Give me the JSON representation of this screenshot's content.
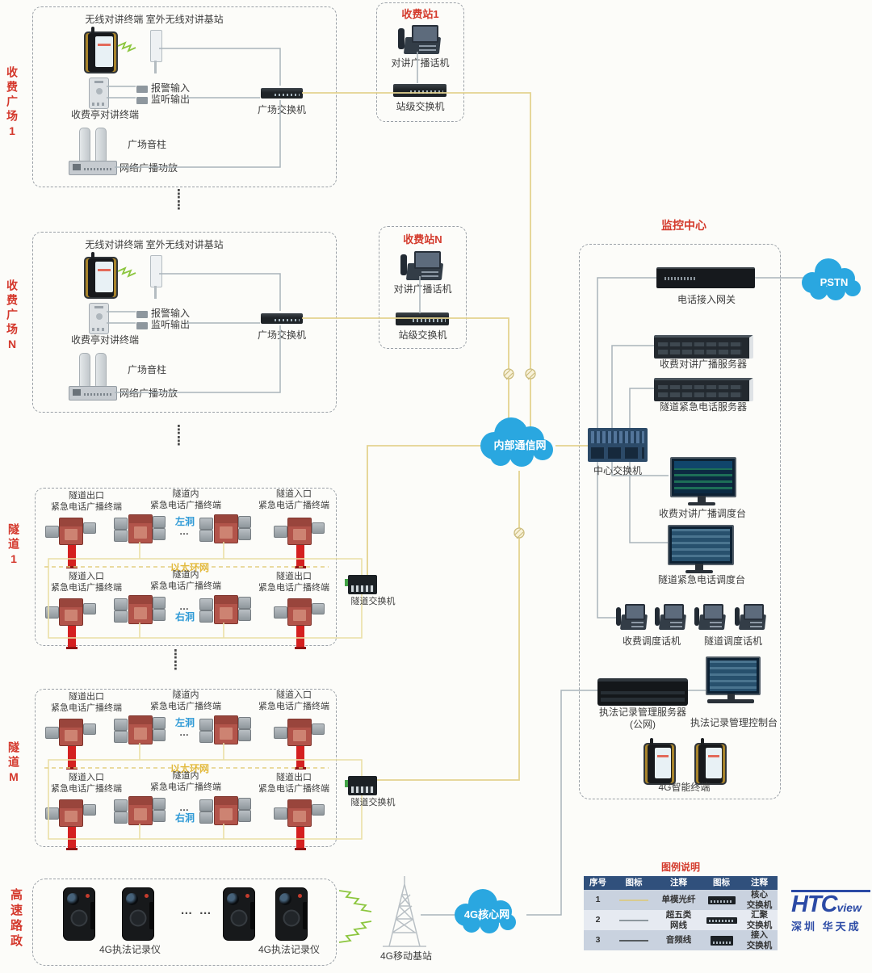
{
  "side_labels": {
    "plaza1": "收费广场1",
    "plazaN": "收费广场N",
    "tunnel1": "隧道1",
    "tunnelM": "隧道M",
    "highway": "高速路政"
  },
  "plazas": [
    {
      "header": "无线对讲终端 室外无线对讲基站",
      "alarm_input": "报警输入",
      "listen_output": "监听输出",
      "booth_terminal": "收费亭对讲终端",
      "sound_column": "广场音柱",
      "amplifier": "网络广播功放",
      "switch": "广场交换机"
    },
    {
      "header": "无线对讲终端 室外无线对讲基站",
      "alarm_input": "报警输入",
      "listen_output": "监听输出",
      "booth_terminal": "收费亭对讲终端",
      "sound_column": "广场音柱",
      "amplifier": "网络广播功放",
      "switch": "广场交换机"
    }
  ],
  "stations": [
    {
      "title": "收费站1",
      "phone": "对讲广播话机",
      "switch": "站级交换机"
    },
    {
      "title": "收费站N",
      "phone": "对讲广播话机",
      "switch": "站级交换机"
    }
  ],
  "tunnels": [
    {
      "label_top_left": "隧道出口\n紧急电话广播终端",
      "label_top_mid": "隧道内\n紧急电话广播终端",
      "label_top_right": "隧道入口\n紧急电话广播终端",
      "bore_top": "左洞",
      "dots_top": "…",
      "ring": "以太环网",
      "label_bot_left": "隧道入口\n紧急电话广播终端",
      "label_bot_mid": "隧道内\n紧急电话广播终端",
      "label_bot_right": "隧道出口\n紧急电话广播终端",
      "bore_bottom": "右洞",
      "dots_bottom": "…",
      "switch": "隧道交换机"
    },
    {
      "label_top_left": "隧道出口\n紧急电话广播终端",
      "label_top_mid": "隧道内\n紧急电话广播终端",
      "label_top_right": "隧道入口\n紧急电话广播终端",
      "bore_top": "左洞",
      "dots_top": "…",
      "ring": "以太环网",
      "label_bot_left": "隧道入口\n紧急电话广播终端",
      "label_bot_mid": "隧道内\n紧急电话广播终端",
      "label_bot_right": "隧道出口\n紧急电话广播终端",
      "bore_bottom": "右洞",
      "dots_bottom": "…",
      "switch": "隧道交换机"
    }
  ],
  "clouds": {
    "internal": "内部通信网",
    "pstn": "PSTN",
    "core_4g": "4G核心网"
  },
  "monitoring": {
    "title": "监控中心",
    "gateway": "电话接入网关",
    "server_toll": "收费对讲广播服务器",
    "server_tunnel": "隧道紧急电话服务器",
    "core_switch": "中心交换机",
    "console_toll": "收费对讲广播调度台",
    "console_tunnel": "隧道紧急电话调度台",
    "phones_toll": "收费调度话机",
    "phones_tunnel": "隧道调度话机",
    "law_server": "执法记录管理服务器\n(公网)",
    "law_console": "执法记录管理控制台",
    "smart_terminal": "4G智能终端"
  },
  "highway": {
    "recorder_left": "4G执法记录仪",
    "recorder_right": "4G执法记录仪",
    "dots": "…  …"
  },
  "base_station_label": "4G移动基站",
  "separators": {
    "v1": "⋮\n⋮",
    "v2": "⋮\n⋮",
    "v3": "⋮\n⋮"
  },
  "legend": {
    "title": "图例说明",
    "headers": [
      "序号",
      "图标",
      "注释",
      "图标",
      "注释"
    ],
    "rows": [
      {
        "no": "1",
        "note_a": "单模光纤",
        "note_b": "核心\n交换机"
      },
      {
        "no": "2",
        "note_a": "超五类\n网线",
        "note_b": "汇聚\n交换机"
      },
      {
        "no": "3",
        "note_a": "音频线",
        "note_b": "接入\n交换机"
      }
    ],
    "line_colors": {
      "fiber": "#d8cb8e",
      "cat5e": "#8d979e",
      "audio": "#565b5e"
    }
  },
  "logo": {
    "brand": "HTC",
    "brand_suffix": "view",
    "subtitle": "深圳  华天成"
  },
  "palette": {
    "line_fiber": "#e4d390",
    "line_gray": "#a9b4ba",
    "cloud_blue": "#2aa7e0",
    "accent_red": "#d43b2d"
  }
}
